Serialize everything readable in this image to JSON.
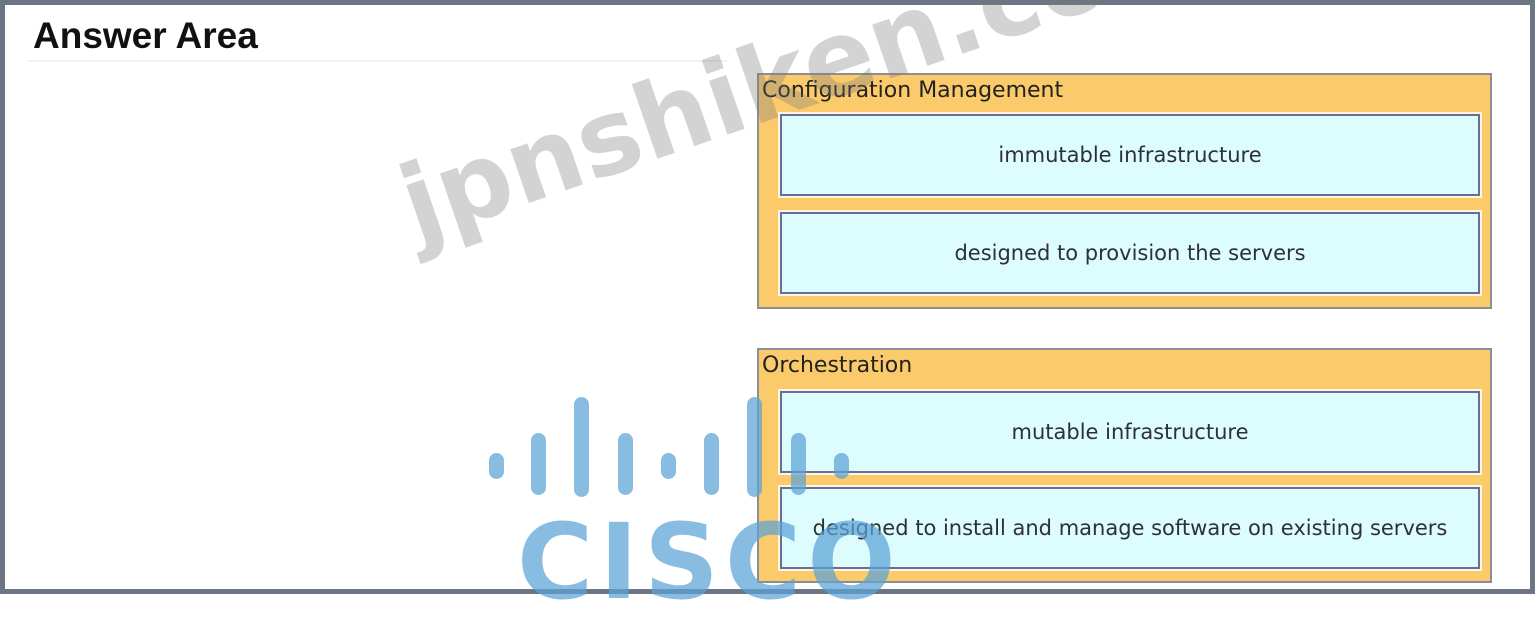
{
  "answer_area": {
    "title": "Answer Area"
  },
  "groups": [
    {
      "title": "Configuration Management",
      "items": [
        "immutable infrastructure",
        "designed to provision the servers"
      ]
    },
    {
      "title": "Orchestration",
      "items": [
        "mutable infrastructure",
        "designed to install and manage software on existing servers"
      ]
    }
  ],
  "watermark": {
    "text": "jpnshiken.com",
    "logo_word": "CISCO",
    "logo_icon": "cisco-bridge-icon"
  },
  "colors": {
    "frame_border": "#6b7584",
    "group_background": "#fbca6a",
    "item_background": "#dcfcfd",
    "item_border": "#6a6d99",
    "watermark_gray": "#787878",
    "cisco_blue": "#5ba2d5"
  }
}
